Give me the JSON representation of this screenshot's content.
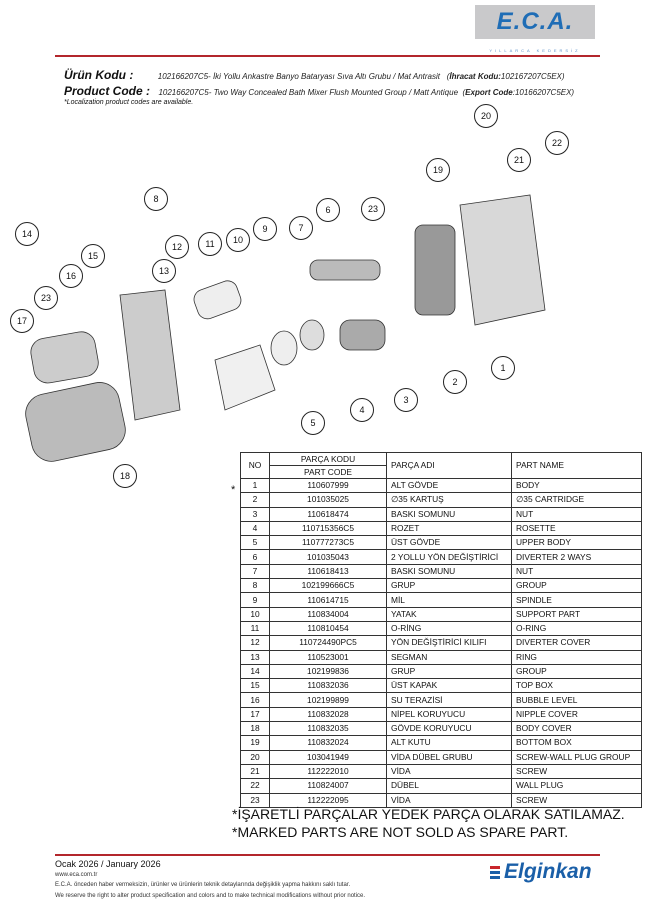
{
  "header": {
    "brand": "E.C.A.",
    "brand_tagline": "YILLARCA KEDERSİZ",
    "tr_label": "Ürün Kodu :",
    "tr_text": "102166207C5- İki Yollu Ankastre Banyo Bataryası Sıva Altı Grubu / Mat Antrasit",
    "tr_export_label": "İhracat Kodu:",
    "tr_export_code": "102167207C5EX)",
    "en_label": "Product Code :",
    "en_text": "102166207C5- Two Way Concealed Bath Mixer Flush Mounted Group / Matt Antique",
    "en_export_label": "Export Code",
    "en_export_code": ":10166207C5EX)",
    "localization_note": "*Localization product codes are available."
  },
  "diagram": {
    "callouts": [
      "20",
      "21",
      "22",
      "19",
      "8",
      "6",
      "23",
      "7",
      "9",
      "10",
      "11",
      "12",
      "14",
      "15",
      "13",
      "16",
      "23",
      "17",
      "1",
      "2",
      "3",
      "4",
      "5",
      "18"
    ]
  },
  "table": {
    "headers": {
      "no": "NO",
      "code_tr": "PARÇA KODU",
      "code_en": "PART CODE",
      "name_tr": "PARÇA ADI",
      "name_en": "PART NAME"
    },
    "marker": "*",
    "rows": [
      [
        "1",
        "110607999",
        "ALT GÖVDE",
        "BODY"
      ],
      [
        "2",
        "101035025",
        "∅35 KARTUŞ",
        "∅35 CARTRIDGE"
      ],
      [
        "3",
        "110618474",
        "BASKI SOMUNU",
        "NUT"
      ],
      [
        "4",
        "110715356C5",
        "ROZET",
        "ROSETTE"
      ],
      [
        "5",
        "110777273C5",
        "ÜST GÖVDE",
        "UPPER BODY"
      ],
      [
        "6",
        "101035043",
        "2 YOLLU YÖN DEĞİŞTİRİCİ",
        "DIVERTER 2 WAYS"
      ],
      [
        "7",
        "110618413",
        "BASKI SOMUNU",
        "NUT"
      ],
      [
        "8",
        "102199666C5",
        "GRUP",
        "GROUP"
      ],
      [
        "9",
        "110614715",
        "MİL",
        "SPINDLE"
      ],
      [
        "10",
        "110834004",
        "YATAK",
        "SUPPORT PART"
      ],
      [
        "11",
        "110810454",
        "O-RİNG",
        "O-RING"
      ],
      [
        "12",
        "110724490PC5",
        "YÖN DEĞİŞTİRİCİ KILIFI",
        "DIVERTER COVER"
      ],
      [
        "13",
        "110523001",
        "SEGMAN",
        "RING"
      ],
      [
        "14",
        "102199836",
        "GRUP",
        "GROUP"
      ],
      [
        "15",
        "110832036",
        "ÜST KAPAK",
        "TOP BOX"
      ],
      [
        "16",
        "102199899",
        "SU TERAZİSİ",
        "BUBBLE LEVEL"
      ],
      [
        "17",
        "110832028",
        "NİPEL KORUYUCU",
        "NIPPLE COVER"
      ],
      [
        "18",
        "110832035",
        "GÖVDE KORUYUCU",
        "BODY COVER"
      ],
      [
        "19",
        "110832024",
        "ALT KUTU",
        "BOTTOM BOX"
      ],
      [
        "20",
        "103041949",
        "VİDA DÜBEL GRUBU",
        "SCREW-WALL PLUG GROUP"
      ],
      [
        "21",
        "112222010",
        "VİDA",
        "SCREW"
      ],
      [
        "22",
        "110824007",
        "DÜBEL",
        "WALL PLUG"
      ],
      [
        "23",
        "112222095",
        "VİDA",
        "SCREW"
      ]
    ],
    "footnote_tr": "*İŞARETLİ PARÇALAR YEDEK PARÇA OLARAK SATILAMAZ.",
    "footnote_en": "*MARKED PARTS ARE NOT SOLD AS SPARE PART."
  },
  "footer": {
    "date": "Ocak 2026 / January 2026",
    "website": "www.eca.com.tr",
    "disclaimer_tr": "E.C.A. önceden haber vermeksizin, ürünler ve ürünlerin teknik detaylarında değişiklik yapma hakkını saklı tutar.",
    "disclaimer_en": "We reserve the right to alter product specification and colors and to make technical modifications without prior notice.",
    "company": "Elginkan"
  }
}
